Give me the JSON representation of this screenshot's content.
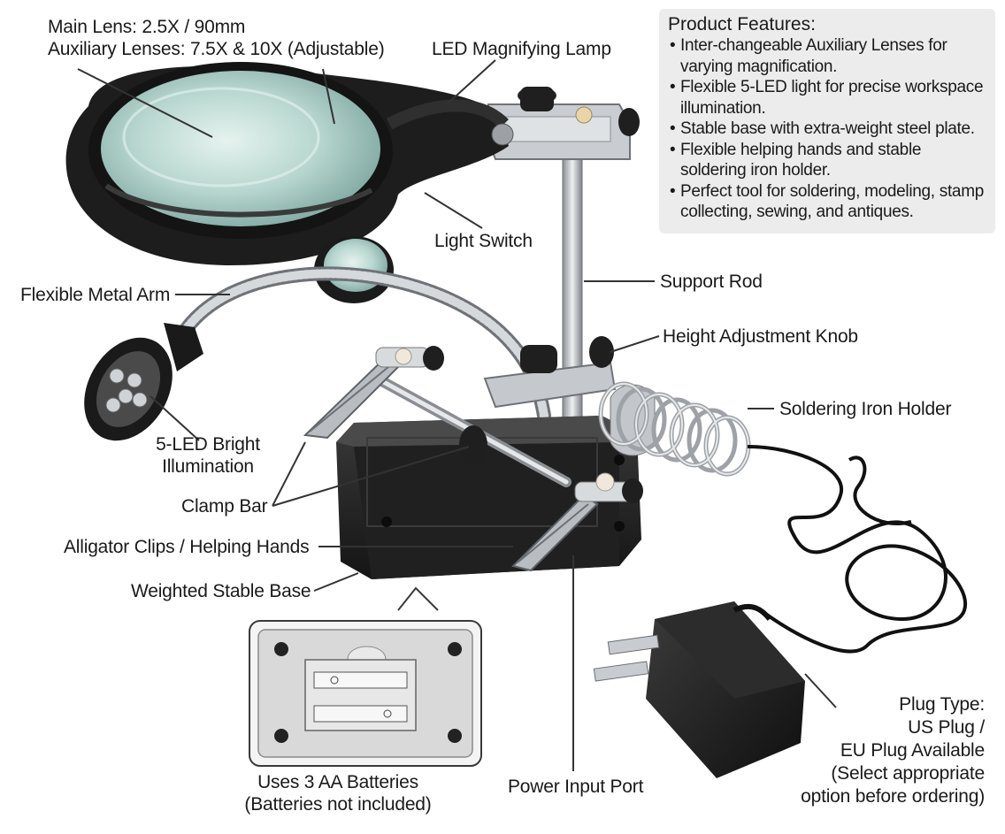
{
  "labels": {
    "main_lens": "Main Lens: 2.5X / 90mm",
    "aux_lenses": "Auxiliary Lenses: 7.5X & 10X (Adjustable)",
    "led_lamp": "LED Magnifying Lamp",
    "light_switch": "Light Switch",
    "support_rod": "Support Rod",
    "flexible_arm": "Flexible Metal Arm",
    "height_knob": "Height Adjustment Knob",
    "soldering_holder": "Soldering Iron Holder",
    "led_illumination_1": "5-LED Bright",
    "led_illumination_2": "Illumination",
    "clamp_bar": "Clamp Bar",
    "alligator_clips": "Alligator Clips / Helping Hands",
    "weighted_base": "Weighted Stable Base",
    "batteries_1": "Uses 3 AA Batteries",
    "batteries_2": "(Batteries not included)",
    "power_port": "Power Input Port",
    "plug_1": "Plug Type:",
    "plug_2": "US Plug /",
    "plug_3": "EU Plug Available",
    "plug_4": "(Select appropriate",
    "plug_5": "option before ordering)"
  },
  "features": {
    "title": "Product Features:",
    "items": [
      "Inter-changeable Auxiliary Lenses for varying magnification.",
      "Flexible 5-LED light for precise workspace illumination.",
      "Stable base with extra-weight steel plate.",
      "Flexible helping hands and stable soldering iron holder.",
      "Perfect tool for soldering, modeling, stamp collecting, sewing, and antiques."
    ]
  },
  "colors": {
    "leader_line": "#333333",
    "panel_bg": "#ececec",
    "plastic": "#1e1e1e",
    "metal": "#b8bcc0"
  }
}
